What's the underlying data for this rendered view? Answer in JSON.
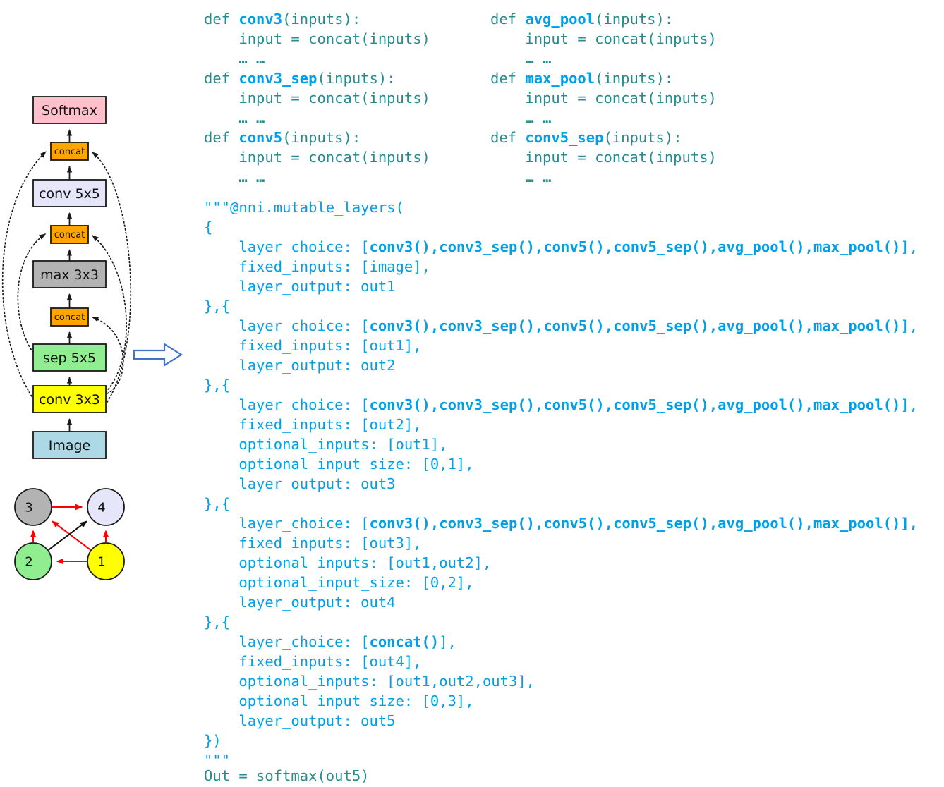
{
  "colors": {
    "code_teal": "#258d90",
    "code_blue": "#00a0e8",
    "box_border": "#1a1a1a",
    "edge_red": "#ff0000",
    "edge_black": "#111111",
    "transform_arrow_outline": "#4472c4",
    "softmax_pink": "#ffc0cb",
    "concat_orange": "#ffa500",
    "conv5x5_lavender": "#e6e6fa",
    "max_gray": "#b3b3b3",
    "sep_green": "#90ee90",
    "conv3x3_yellow": "#ffff00",
    "image_lightblue": "#add8e6"
  },
  "flow_diagram": {
    "boxes": [
      {
        "id": "softmax",
        "label": "Softmax",
        "fill": "#ffc0cb"
      },
      {
        "id": "concat-top",
        "label": "concat",
        "fill": "#ffa500"
      },
      {
        "id": "conv5x5",
        "label": "conv 5x5",
        "fill": "#e6e6fa"
      },
      {
        "id": "concat-mid",
        "label": "concat",
        "fill": "#ffa500"
      },
      {
        "id": "max3x3",
        "label": "max 3x3",
        "fill": "#b3b3b3"
      },
      {
        "id": "concat-low",
        "label": "concat",
        "fill": "#ffa500"
      },
      {
        "id": "sep5x5",
        "label": "sep 5x5",
        "fill": "#90ee90"
      },
      {
        "id": "conv3x3",
        "label": "conv 3x3",
        "fill": "#ffff00"
      },
      {
        "id": "image",
        "label": "Image",
        "fill": "#add8e6"
      }
    ],
    "main_chain": [
      "image",
      "conv3x3",
      "sep5x5",
      "concat-low",
      "max3x3",
      "concat-mid",
      "conv5x5",
      "concat-top",
      "softmax"
    ],
    "skip_connections": [
      {
        "from": "conv3x3",
        "to": "concat-top"
      },
      {
        "from": "sep5x5",
        "to": "concat-mid"
      },
      {
        "from": "conv3x3",
        "to": "concat-low"
      },
      {
        "from": "conv3x3",
        "to": "concat-mid"
      },
      {
        "from": "sep5x5",
        "to": "concat-top"
      }
    ]
  },
  "node_graph": {
    "nodes": [
      {
        "id": "3",
        "label": "3",
        "fill": "#b3b3b3"
      },
      {
        "id": "4",
        "label": "4",
        "fill": "#e6e6fa"
      },
      {
        "id": "2",
        "label": "2",
        "fill": "#90ee90"
      },
      {
        "id": "1",
        "label": "1",
        "fill": "#ffff00"
      }
    ],
    "edges": [
      {
        "from": "3",
        "to": "4",
        "color": "#ff0000"
      },
      {
        "from": "2",
        "to": "3",
        "color": "#ff0000"
      },
      {
        "from": "1",
        "to": "4",
        "color": "#ff0000"
      },
      {
        "from": "1",
        "to": "2",
        "color": "#ff0000"
      },
      {
        "from": "1",
        "to": "3",
        "color": "#ff0000"
      },
      {
        "from": "2",
        "to": "4",
        "color": "#111111"
      }
    ]
  },
  "code": {
    "def_columns": [
      {
        "lines": [
          [
            [
              "t",
              "def "
            ],
            [
              "B",
              "conv3"
            ],
            [
              "t",
              "(inputs):"
            ]
          ],
          [
            [
              "t",
              "    input = concat(inputs)"
            ]
          ],
          [
            [
              "T",
              "    … …"
            ]
          ],
          [
            [
              "t",
              "def "
            ],
            [
              "B",
              "conv3_sep"
            ],
            [
              "t",
              "(inputs):"
            ]
          ],
          [
            [
              "t",
              "    input = concat(inputs)"
            ]
          ],
          [
            [
              "T",
              "    … …"
            ]
          ],
          [
            [
              "t",
              "def "
            ],
            [
              "B",
              "conv5"
            ],
            [
              "t",
              "(inputs):"
            ]
          ],
          [
            [
              "t",
              "    input = concat(inputs)"
            ]
          ],
          [
            [
              "T",
              "    … …"
            ]
          ]
        ]
      },
      {
        "lines": [
          [
            [
              "t",
              "def "
            ],
            [
              "B",
              "avg_pool"
            ],
            [
              "t",
              "(inputs):"
            ]
          ],
          [
            [
              "t",
              "    input = concat(inputs)"
            ]
          ],
          [
            [
              "T",
              "    … …"
            ]
          ],
          [
            [
              "t",
              "def "
            ],
            [
              "B",
              "max_pool"
            ],
            [
              "t",
              "(inputs):"
            ]
          ],
          [
            [
              "t",
              "    input = concat(inputs)"
            ]
          ],
          [
            [
              "T",
              "    … …"
            ]
          ],
          [
            [
              "t",
              "def "
            ],
            [
              "B",
              "conv5_sep"
            ],
            [
              "t",
              "(inputs):"
            ]
          ],
          [
            [
              "t",
              "    input = concat(inputs)"
            ]
          ],
          [
            [
              "T",
              "    … …"
            ]
          ]
        ]
      }
    ],
    "main_lines": [
      [
        [
          "b",
          "\"\"\"@nni.mutable_layers("
        ]
      ],
      [
        [
          "b",
          "{"
        ]
      ],
      [
        [
          "b",
          "    layer_choice: ["
        ],
        [
          "B",
          "conv3(),conv3_sep(),conv5(),conv5_sep(),avg_pool(),max_pool()"
        ],
        [
          "b",
          "],"
        ]
      ],
      [
        [
          "b",
          "    fixed_inputs: [image],"
        ]
      ],
      [
        [
          "b",
          "    layer_output: out1"
        ]
      ],
      [
        [
          "b",
          "},{"
        ]
      ],
      [
        [
          "b",
          "    layer_choice: ["
        ],
        [
          "B",
          "conv3(),conv3_sep(),conv5(),conv5_sep(),avg_pool(),max_pool()"
        ],
        [
          "b",
          "],"
        ]
      ],
      [
        [
          "b",
          "    fixed_inputs: [out1],"
        ]
      ],
      [
        [
          "b",
          "    layer_output: out2"
        ]
      ],
      [
        [
          "b",
          "},{"
        ]
      ],
      [
        [
          "b",
          "    layer_choice: ["
        ],
        [
          "B",
          "conv3(),conv3_sep(),conv5(),conv5_sep(),avg_pool(),max_pool()"
        ],
        [
          "b",
          "],"
        ]
      ],
      [
        [
          "b",
          "    fixed_inputs: [out2],"
        ]
      ],
      [
        [
          "b",
          "    optional_inputs: [out1],"
        ]
      ],
      [
        [
          "b",
          "    optional_input_size: [0,1],"
        ]
      ],
      [
        [
          "b",
          "    layer_output: out3"
        ]
      ],
      [
        [
          "b",
          "},{"
        ]
      ],
      [
        [
          "b",
          "    layer_choice: ["
        ],
        [
          "B",
          "conv3(),conv3_sep(),conv5(),conv5_sep(),avg_pool(),max_pool()"
        ],
        [
          "B",
          "],"
        ]
      ],
      [
        [
          "b",
          "    fixed_inputs: [out3],"
        ]
      ],
      [
        [
          "b",
          "    optional_inputs: [out1,out2],"
        ]
      ],
      [
        [
          "b",
          "    optional_input_size: [0,2],"
        ]
      ],
      [
        [
          "b",
          "    layer_output: out4"
        ]
      ],
      [
        [
          "b",
          "},{"
        ]
      ],
      [
        [
          "b",
          "    layer_choice: ["
        ],
        [
          "B",
          "concat()"
        ],
        [
          "b",
          "],"
        ]
      ],
      [
        [
          "b",
          "    fixed_inputs: [out4],"
        ]
      ],
      [
        [
          "b",
          "    optional_inputs: [out1,out2,out3],"
        ]
      ],
      [
        [
          "b",
          "    optional_input_size: [0,3],"
        ]
      ],
      [
        [
          "b",
          "    layer_output: out5"
        ]
      ],
      [
        [
          "b",
          "})"
        ]
      ],
      [
        [
          "b",
          "\"\"\""
        ]
      ]
    ],
    "out_line": [
      [
        "t",
        "Out = softmax(out5)"
      ]
    ]
  }
}
